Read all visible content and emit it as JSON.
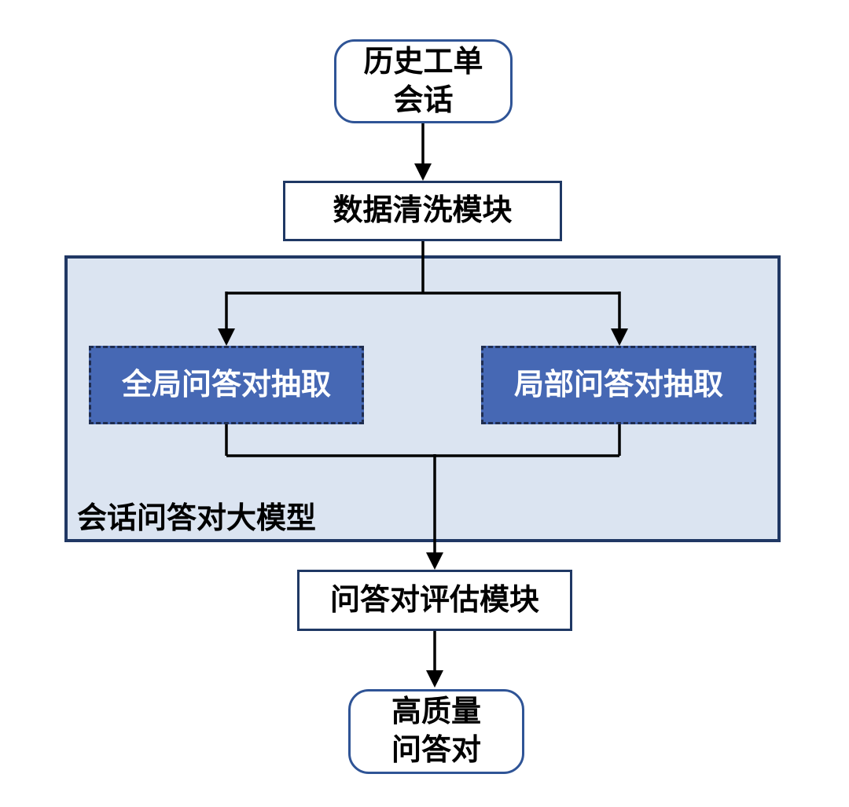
{
  "diagram": {
    "title": "QA-pair extraction pipeline flowchart",
    "nodes": {
      "source": {
        "label_line1": "历史工单",
        "label_line2": "会话"
      },
      "cleaning": {
        "label": "数据清洗模块"
      },
      "global_extract": {
        "label": "全局问答对抽取"
      },
      "local_extract": {
        "label": "局部问答对抽取"
      },
      "container": {
        "label": "会话问答对大模型"
      },
      "evaluation": {
        "label": "问答对评估模块"
      },
      "output": {
        "label_line1": "高质量",
        "label_line2": "问答对"
      }
    },
    "colors": {
      "rounded_border": "#2F5496",
      "rect_border": "#1F3864",
      "container_fill": "#DBE4F1",
      "container_border": "#203864",
      "extract_fill": "#4668B4",
      "extract_border": "#1F2D50",
      "arrow_color": "#000000",
      "extract_text": "#FFFFFF",
      "text_color": "#000000"
    }
  }
}
